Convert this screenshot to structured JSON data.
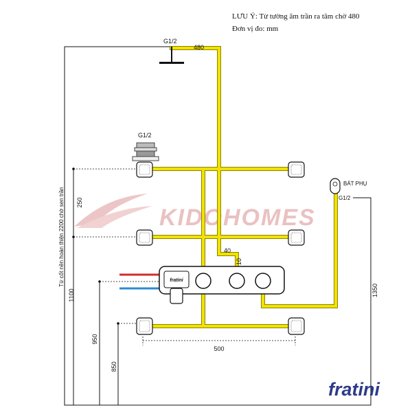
{
  "notes": {
    "line1": "LƯU Ý: Từ tường âm trần ra tâm chờ 480",
    "line2": "Đơn vị đo: mm"
  },
  "labels": {
    "g12_top": "G1/2",
    "g12_mid": "G1/2",
    "g12_right": "G1/2",
    "bat_phu": "BÁT PHỤ",
    "valve_logo": "fratini"
  },
  "dimensions": {
    "d480": "480",
    "d250": "250",
    "d40": "40",
    "d10": "10",
    "d1100": "1100",
    "d950": "950",
    "d850": "850",
    "d500": "500",
    "d1350": "1350",
    "vertical_note": "Từ cốt nền hoàn thiện 2200 chờ sen trần"
  },
  "watermark": "KIDOHOMES",
  "brand": "fratini",
  "colors": {
    "pipe": "#f2e200",
    "pipe_outline": "#8a8400",
    "hot": "#d42a2a",
    "cold": "#2a8bd4",
    "line": "#111111",
    "watermark": "#e7b7b7",
    "brand": "#2c3a8a"
  }
}
